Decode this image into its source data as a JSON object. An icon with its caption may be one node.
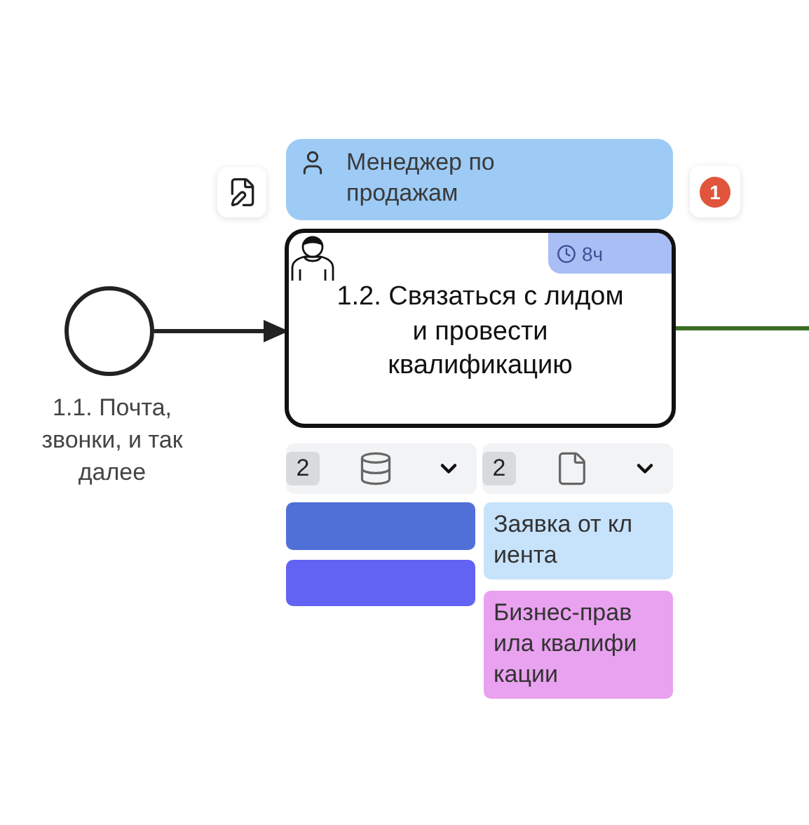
{
  "diagram": {
    "nodes": [
      {
        "text": [
          "Менеджер по продажам"
        ]
      },
      {
        "text": [
          "1"
        ]
      },
      {
        "text": [],
        "shape": "circle",
        "beside": [
          "1.1. Почта, звонки, и так далее"
        ]
      },
      {
        "text": [
          "1.2. Связаться с лидом и провести квалификацию"
        ]
      },
      {
        "text": [
          "8ч"
        ],
        "in": 3
      },
      {
        "text": [
          "2"
        ]
      },
      {
        "text": [
          "2"
        ]
      },
      {
        "text": [],
        "shape": "box"
      },
      {
        "text": [],
        "shape": "box"
      },
      {
        "text": [
          "Заявка от клиента"
        ]
      },
      {
        "text": [
          "Бизнес-правила квалификации"
        ]
      }
    ],
    "edges": [
      {
        "from": 2,
        "to": 3,
        "arrow": "to"
      },
      {
        "from": 3,
        "to": null,
        "arrow": "none",
        "color": "#3b6e24"
      }
    ]
  }
}
